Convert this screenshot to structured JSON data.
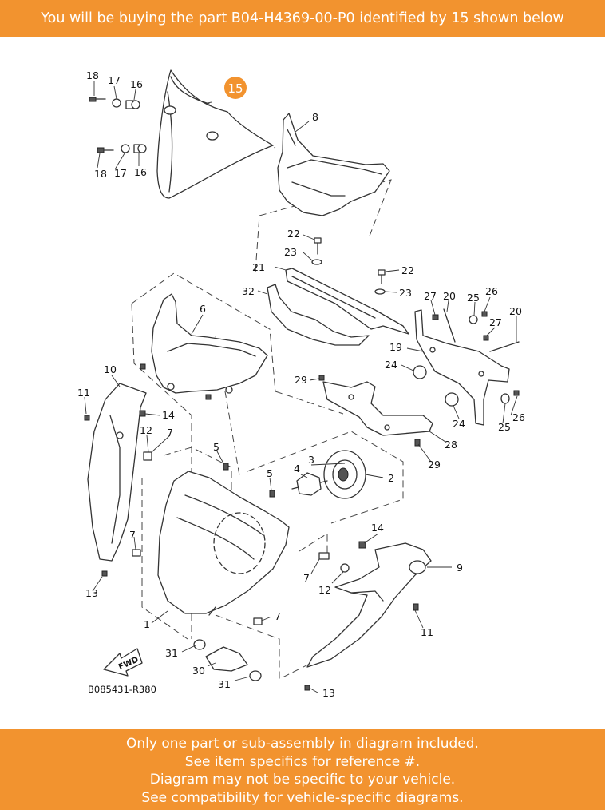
{
  "header": {
    "text": "You will be buying the part B04-H4369-00-P0 identified by 15 shown below"
  },
  "highlight": {
    "label": "15",
    "color": "#f2932f"
  },
  "callouts": {
    "c1": "1",
    "c2": "2",
    "c3": "3",
    "c4": "4",
    "c5a": "5",
    "c5b": "5",
    "c6": "6",
    "c7a": "7",
    "c7b": "7",
    "c7c": "7",
    "c7d": "7",
    "c8": "8",
    "c9": "9",
    "c10": "10",
    "c11a": "11",
    "c11b": "11",
    "c12a": "12",
    "c12b": "12",
    "c13a": "13",
    "c13b": "13",
    "c14a": "14",
    "c14b": "14",
    "c16a": "16",
    "c16b": "16",
    "c17a": "17",
    "c17b": "17",
    "c18a": "18",
    "c18b": "18",
    "c19": "19",
    "c20a": "20",
    "c20b": "20",
    "c21": "21",
    "c22a": "22",
    "c22b": "22",
    "c23a": "23",
    "c23b": "23",
    "c24a": "24",
    "c24b": "24",
    "c25a": "25",
    "c25b": "25",
    "c26a": "26",
    "c26b": "26",
    "c27a": "27",
    "c27b": "27",
    "c28": "28",
    "c29a": "29",
    "c29b": "29",
    "c30": "30",
    "c31a": "31",
    "c31b": "31",
    "c32": "32"
  },
  "fwd_label": "FWD",
  "diagram_ref": "B085431-R380",
  "footer": {
    "lines": [
      "Only one part or sub-assembly in diagram included.",
      "See item specifics for reference #.",
      "Diagram may not be specific to your vehicle.",
      "See compatibility for vehicle-specific diagrams."
    ]
  },
  "colors": {
    "banner": "#f2932f",
    "banner_text": "#ffffff"
  }
}
